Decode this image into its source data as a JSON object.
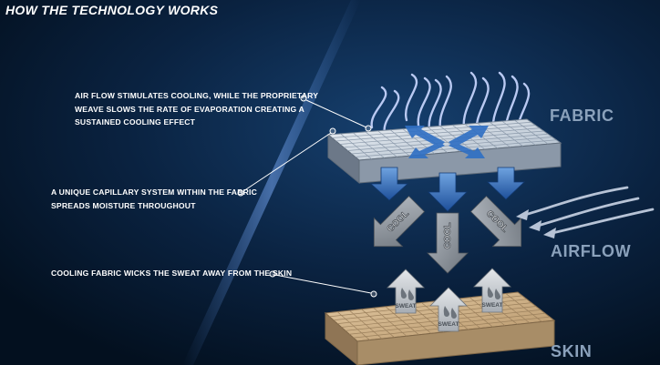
{
  "heading": "HOW THE TECHNOLOGY WORKS",
  "callouts": {
    "airflow": [
      "AIR FLOW STIMULATES COOLING, WHILE THE PROPRIETARY",
      "WEAVE SLOWS THE RATE OF EVAPORATION CREATING A",
      "SUSTAINED COOLING EFFECT"
    ],
    "capillary": [
      "A UNIQUE CAPILLARY SYSTEM WITHIN THE FABRIC",
      "SPREADS MOISTURE THROUGHOUT"
    ],
    "wicks": [
      "COOLING FABRIC WICKS THE SWEAT AWAY FROM THE SKIN"
    ]
  },
  "labels": {
    "fabric": "FABRIC",
    "airflow": "AIRFLOW",
    "skin": "SKIN"
  },
  "arrow_text": {
    "cool": "COOL",
    "sweat": "SWEAT"
  },
  "colors": {
    "background": "#04101f",
    "label": "#8aa1bb",
    "fabric_top": "#cdd8e4",
    "skin_top": "#ccb088",
    "down_arrow": "#2f6fc4",
    "cool_arrow": "#8e959d",
    "sweat_arrow": "#c9cdd2",
    "text": "#ffffff"
  }
}
